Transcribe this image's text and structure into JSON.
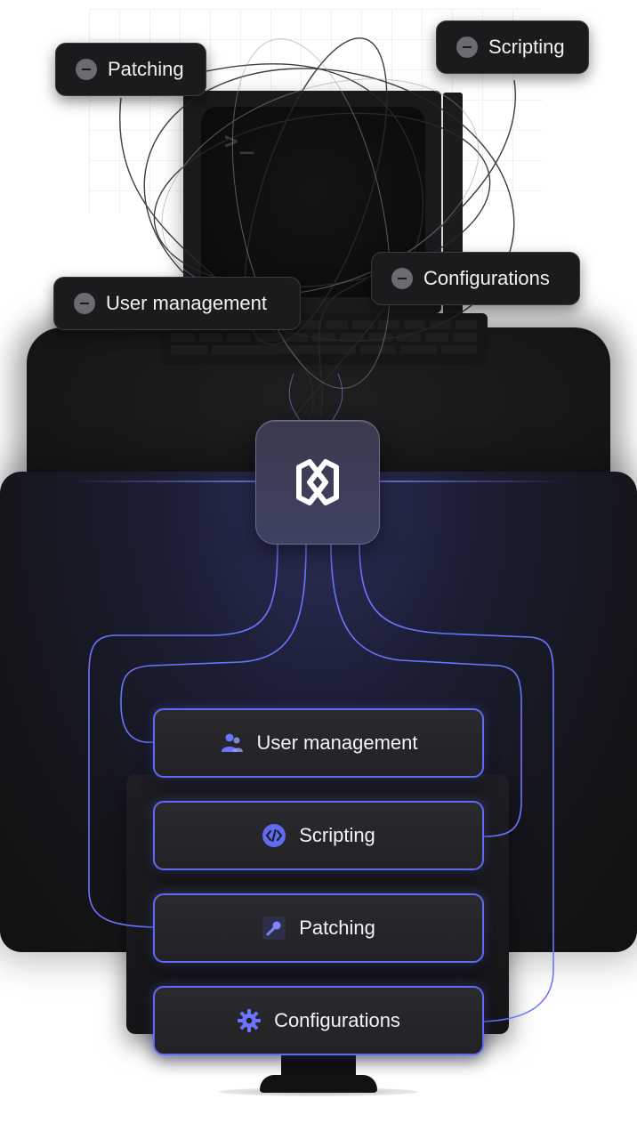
{
  "floating_tags": {
    "patching": "Patching",
    "scripting": "Scripting",
    "user_management": "User management",
    "configurations": "Configurations"
  },
  "terminal": {
    "prompt": ">_"
  },
  "cards": {
    "user_management": "User management",
    "scripting": "Scripting",
    "patching": "Patching",
    "configurations": "Configurations"
  },
  "icons": {
    "tag_icon": "minus-circle-icon",
    "hub_icon": "brand-logo-icon",
    "user_management": "users-icon",
    "scripting": "code-icon",
    "patching": "wrench-icon",
    "configurations": "gear-icon"
  },
  "colors": {
    "accent": "#5F6BF0",
    "chip_bg": "#1B1B1D",
    "panel_dark": "#141518"
  }
}
